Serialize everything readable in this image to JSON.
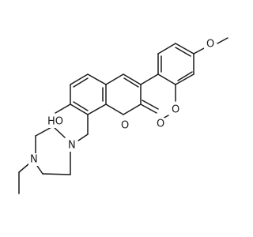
{
  "labels": {
    "hydroxyl": "HO",
    "ring_oxygen": "O",
    "carbonyl_oxygen": "O",
    "piperazine_n_upper": "N",
    "piperazine_n_lower": "N",
    "methoxy_top_o": "O",
    "methoxy_ortho_o": "O"
  }
}
